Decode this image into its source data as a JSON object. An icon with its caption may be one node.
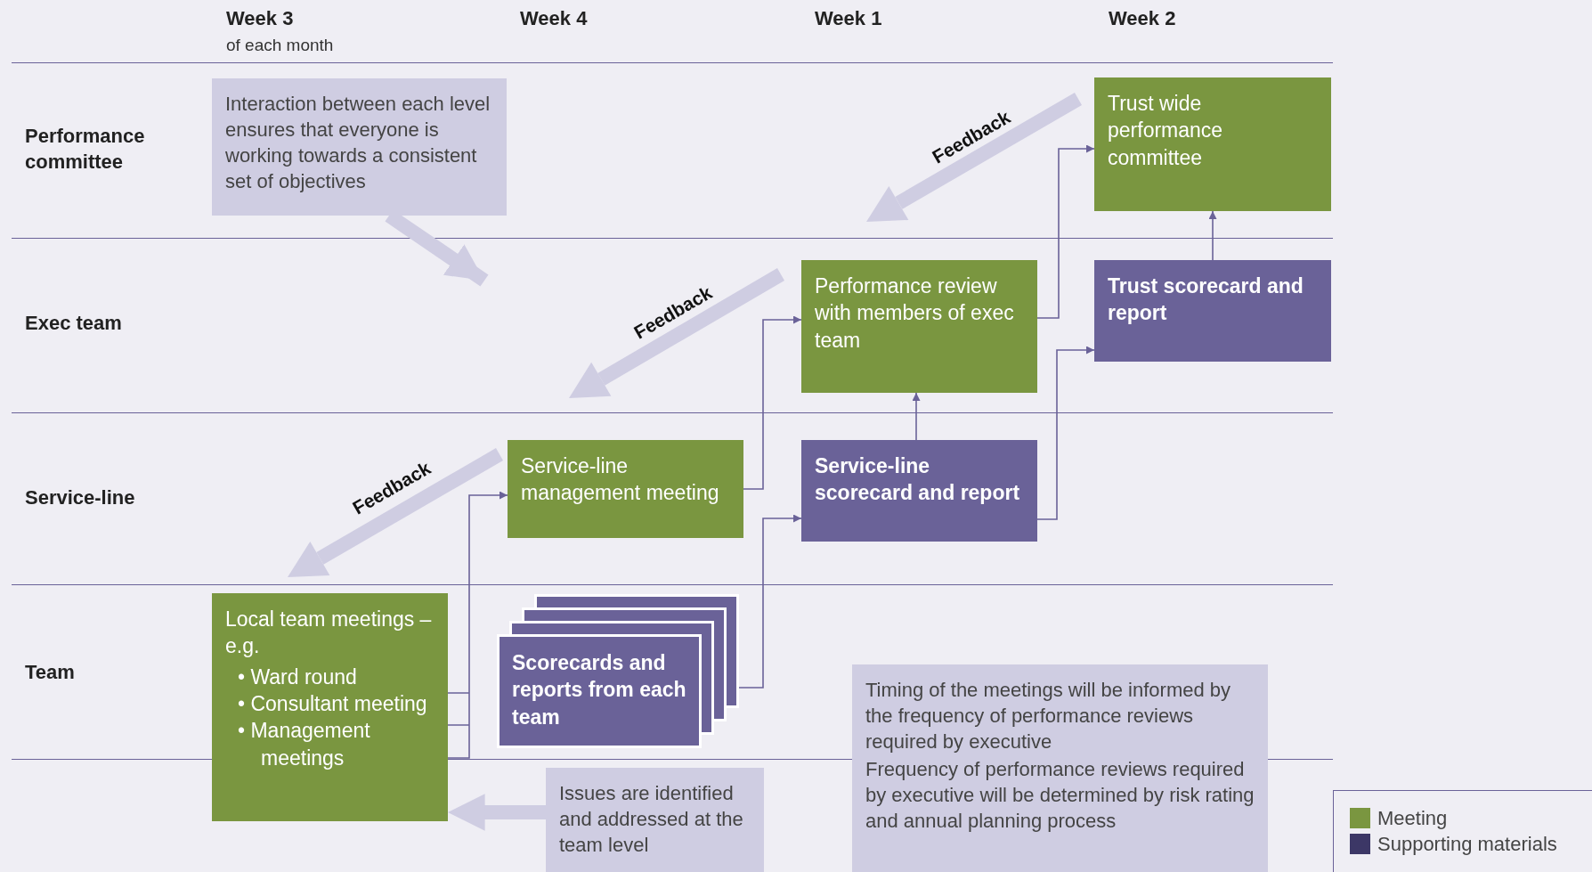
{
  "diagram": {
    "nodes": [
      {
        "text": [
          "Interaction between each level ensures that everyone is working towards a consistent set of objectives"
        ]
      },
      {
        "text": [
          "Trust wide performance committee"
        ]
      },
      {
        "text": [
          "Performance review with members of exec team"
        ]
      },
      {
        "text": [
          "Trust scorecard and report"
        ]
      },
      {
        "text": [
          "Service-line management meeting"
        ]
      },
      {
        "text": [
          "Service-line scorecard and report"
        ]
      },
      {
        "text": [
          "Local team meetings – e.g.",
          "• Ward round",
          "• Consultant meeting",
          "• Management meetings"
        ]
      },
      {
        "text": [
          "Scorecards and reports from each team"
        ]
      },
      {
        "text": [
          "Issues are identified and addressed at the team level"
        ]
      },
      {
        "text": [
          "Timing of the meetings will be informed by the frequency of performance reviews required by executive",
          "Frequency of performance reviews required by executive will be determined by risk rating and annual planning process"
        ]
      }
    ],
    "edges": [
      {
        "from": 6,
        "to": 4,
        "arrow": "to"
      },
      {
        "from": 4,
        "to": 2,
        "arrow": "to"
      },
      {
        "from": 7,
        "to": 5,
        "arrow": "to"
      },
      {
        "from": 5,
        "to": 2,
        "arrow": "to"
      },
      {
        "from": 2,
        "to": 1,
        "arrow": "to"
      },
      {
        "from": 5,
        "to": 3,
        "arrow": "to"
      },
      {
        "from": 3,
        "to": 1,
        "arrow": "to"
      },
      {
        "from": 0,
        "to": null,
        "arrow": "to",
        "style": "thick",
        "color": "#cfcde2"
      },
      {
        "from": 8,
        "to": 6,
        "arrow": "to",
        "style": "thick",
        "color": "#cfcde2"
      }
    ],
    "labels": [
      "Week 3",
      "of each month",
      "Week 4",
      "Week 1",
      "Week 2",
      "Performance committee",
      "Feedback",
      "Exec team",
      "Feedback",
      "Service-line",
      "Feedback",
      "Team"
    ],
    "legend": [
      {
        "text": "Meeting",
        "color": "#7a9640"
      },
      {
        "text": "Supporting materials",
        "color": "#3c3766"
      }
    ]
  }
}
